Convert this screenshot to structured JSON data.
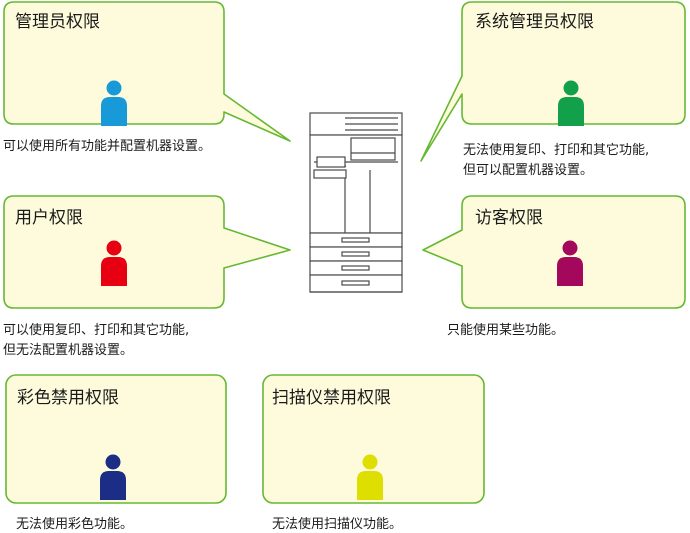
{
  "colors": {
    "box_fill": "#fdfbdc",
    "box_stroke": "#66b832",
    "printer_stroke": "#4a4a4a"
  },
  "roles": [
    {
      "id": "admin",
      "title": "管理员权限",
      "desc": [
        "可以使用所有功能并配置机器设置。"
      ],
      "person_color": "#189ad8",
      "person_icon": "person-icon"
    },
    {
      "id": "sysadmin",
      "title": "系统管理员权限",
      "desc": [
        "无法使用复印、打印和其它功能,",
        "但可以配置机器设置。"
      ],
      "person_color": "#13a04a",
      "person_icon": "person-icon"
    },
    {
      "id": "user",
      "title": "用户权限",
      "desc": [
        "可以使用复印、打印和其它功能,",
        "但无法配置机器设置。"
      ],
      "person_color": "#e60012",
      "person_icon": "person-icon"
    },
    {
      "id": "guest",
      "title": "访客权限",
      "desc": [
        "只能使用某些功能。"
      ],
      "person_color": "#a3085c",
      "person_icon": "person-icon"
    },
    {
      "id": "color-ban",
      "title": "彩色禁用权限",
      "desc": [
        "无法使用彩色功能。"
      ],
      "person_color": "#1c2d86",
      "person_icon": "person-icon"
    },
    {
      "id": "scanner-ban",
      "title": "扫描仪禁用权限",
      "desc": [
        "无法使用扫描仪功能。"
      ],
      "person_color": "#dede00",
      "person_icon": "person-icon"
    }
  ],
  "printer": {
    "icon": "printer-icon"
  }
}
